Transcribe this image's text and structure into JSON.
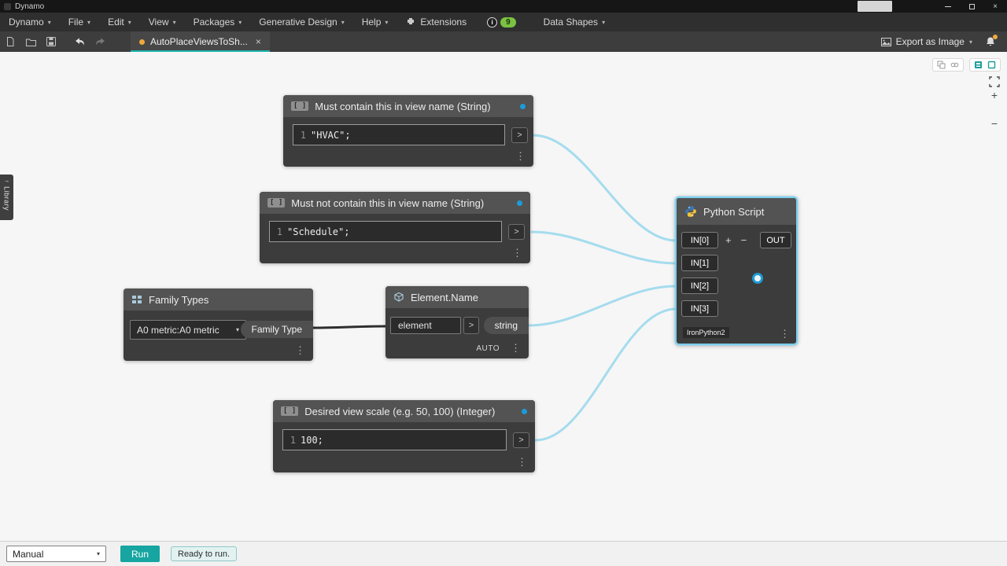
{
  "window": {
    "title": "Dynamo"
  },
  "menu": {
    "items": [
      {
        "label": "Dynamo"
      },
      {
        "label": "File"
      },
      {
        "label": "Edit"
      },
      {
        "label": "View"
      },
      {
        "label": "Packages"
      },
      {
        "label": "Generative Design"
      },
      {
        "label": "Help"
      }
    ],
    "extensions_label": "Extensions",
    "notification_count": "9",
    "data_shapes_label": "Data Shapes"
  },
  "tabbar": {
    "tab_label": "AutoPlaceViewsToSh...",
    "export_label": "Export as Image"
  },
  "library": {
    "label": "Library"
  },
  "nodes": {
    "code1": {
      "title": "Must contain this in view name (String)",
      "line_no": "1",
      "code": "\"HVAC\";"
    },
    "code2": {
      "title": "Must not contain this in view name (String)",
      "line_no": "1",
      "code": "\"Schedule\";"
    },
    "code3": {
      "title": "Desired view scale (e.g. 50, 100) (Integer)",
      "line_no": "1",
      "code": "100;"
    },
    "family_types": {
      "title": "Family Types",
      "selected_value": "A0 metric:A0 metric",
      "output_label": "Family Type"
    },
    "element_name": {
      "title": "Element.Name",
      "input_label": "element",
      "output_label": "string",
      "lacing_label": "AUTO"
    },
    "python": {
      "title": "Python Script",
      "inputs": [
        "IN[0]",
        "IN[1]",
        "IN[2]",
        "IN[3]"
      ],
      "add_label": "+",
      "remove_label": "−",
      "output_label": "OUT",
      "engine_label": "IronPython2"
    }
  },
  "footer": {
    "mode_value": "Manual",
    "run_label": "Run",
    "status_label": "Ready to run."
  },
  "colors": {
    "accent_teal": "#16a5a0",
    "wire_blue": "#a5dcee",
    "selection_cyan": "#7cd0ee",
    "preview_dot_blue": "#1b9cd8",
    "unsaved_dot_orange": "#f0a93c",
    "notification_green": "#7cc142"
  }
}
